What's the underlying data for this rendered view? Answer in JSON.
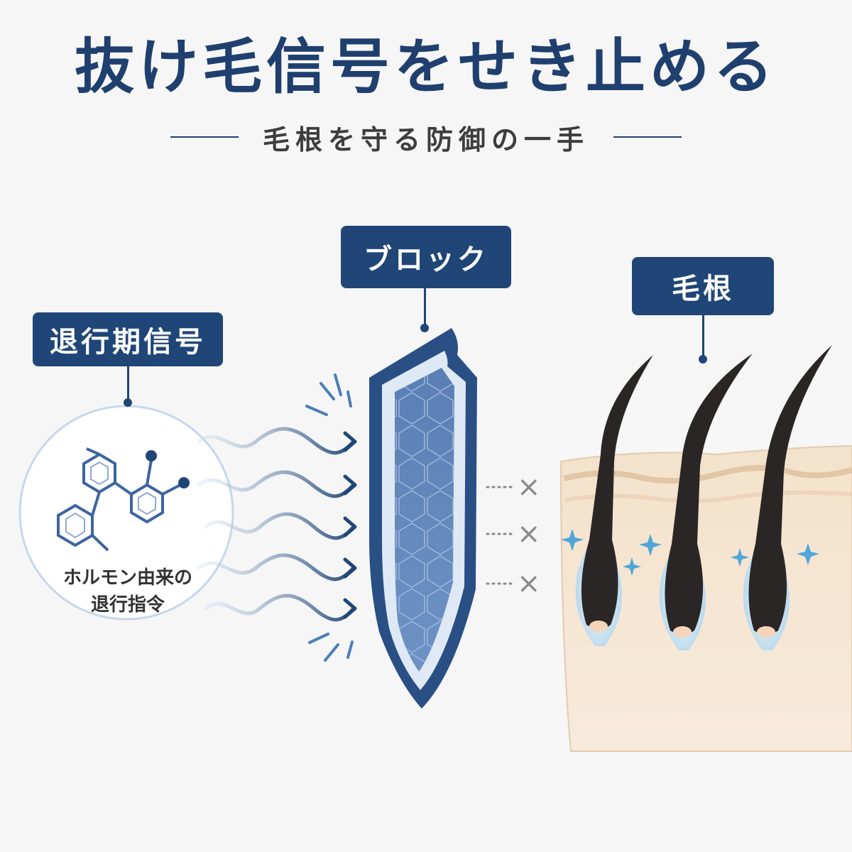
{
  "title": "抜け毛信号をせき止める",
  "subtitle": "毛根を守る防御の一手",
  "labels": {
    "signal": "退行期信号",
    "block": "ブロック",
    "root": "毛根"
  },
  "signal_circle": {
    "line1": "ホルモン由来の",
    "line2": "退行指令"
  },
  "blocked_marks": [
    "×",
    "×",
    "×"
  ],
  "colors": {
    "navy": "#1f4677",
    "title": "#1f3f6e",
    "skin": "#f2dcc0",
    "hair": "#2b2626",
    "sparkle": "#4fa6d8"
  }
}
